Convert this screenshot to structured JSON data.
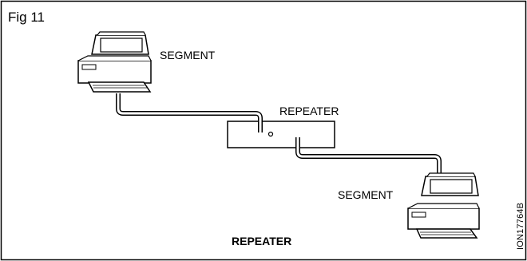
{
  "figure": {
    "label": "Fig 11",
    "caption": "REPEATER",
    "code": "ION17764B"
  },
  "labels": {
    "segment_top": "SEGMENT",
    "repeater": "REPEATER",
    "segment_bottom": "SEGMENT"
  },
  "nodes": [
    {
      "type": "computer",
      "icon": "computer-icon"
    },
    {
      "type": "repeater",
      "icon": "repeater-box"
    },
    {
      "type": "computer",
      "icon": "computer-icon"
    }
  ],
  "edges": [
    {
      "from": "computer-top",
      "to": "repeater"
    },
    {
      "from": "repeater",
      "to": "computer-bottom"
    }
  ]
}
